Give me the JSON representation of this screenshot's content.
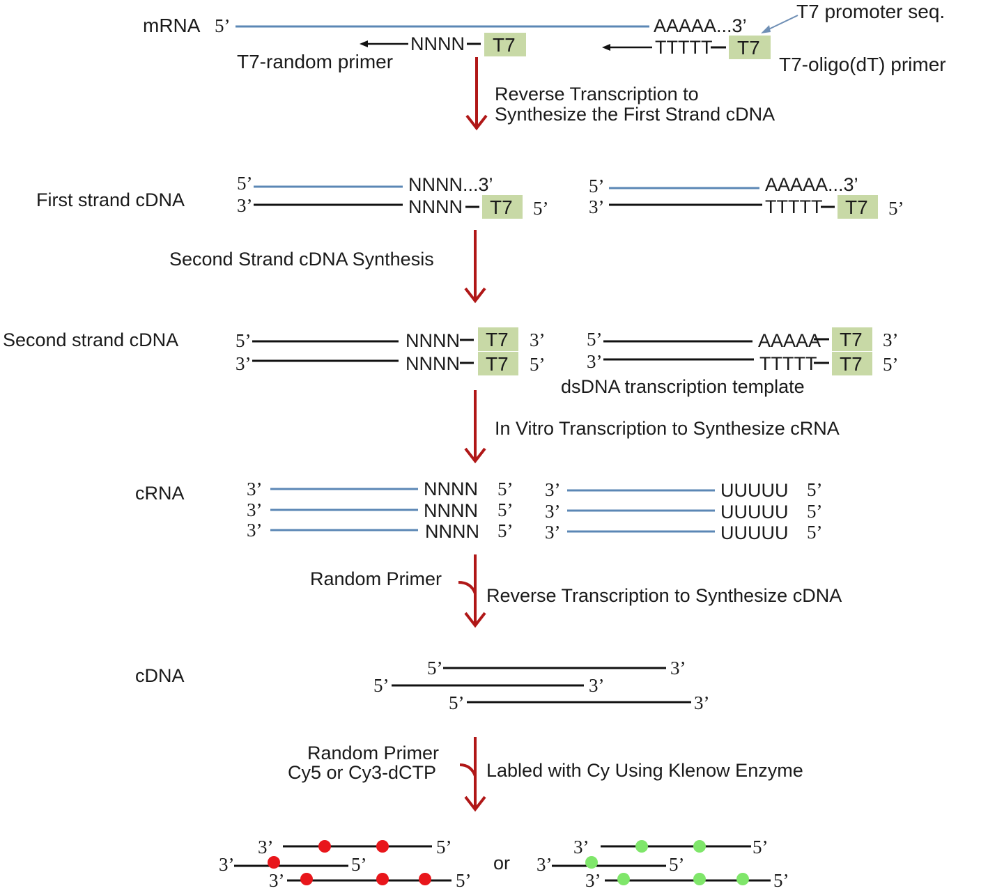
{
  "colors": {
    "mrna_strand": "#5b87b5",
    "dna_strand": "#111111",
    "t7_box": "#c8d9a6",
    "process_arrow": "#b01717",
    "cy5_label": "#e8161b",
    "cy3_label": "#7fe66a"
  },
  "top": {
    "mrna_label": "mRNA",
    "five_prime": "5’",
    "polya": "AAAAA...3’",
    "promoter_label": "T7 promoter seq.",
    "nnnn": "NNNN",
    "t7": "T7",
    "ttttt": "TTTTT",
    "random_primer_label": "T7-random  primer",
    "oligo_primer_label": "T7-oligo(dT) primer"
  },
  "steps": {
    "rt1_line1": "Reverse Transcription to",
    "rt1_line2": "Synthesize the First Strand cDNA",
    "second_strand_synthesis": "Second Strand cDNA Synthesis",
    "ivt": "In Vitro Transcription to Synthesize cRNA",
    "random_primer": "Random Primer",
    "rt2": "Reverse Transcription to Synthesize cDNA",
    "random_primer2": "Random Primer",
    "cy_dctp": "Cy5 or Cy3-dCTP",
    "label_klenow": "Labled with Cy Using Klenow Enzyme"
  },
  "stages": {
    "first_strand": "First strand cDNA",
    "second_strand": "Second strand cDNA",
    "crna": "cRNA",
    "cdna": "cDNA"
  },
  "labels": {
    "five": "5’",
    "three": "3’",
    "nnnn_3": "NNNN...3’",
    "aaaaa_3": "AAAAA...3’",
    "nnnn": "NNNN",
    "ttttt": "TTTTT",
    "aaaaa": "AAAAA",
    "uuuuu": "UUUUU",
    "t7": "T7",
    "dsdna_template": "dsDNA transcription template",
    "or": "or"
  }
}
